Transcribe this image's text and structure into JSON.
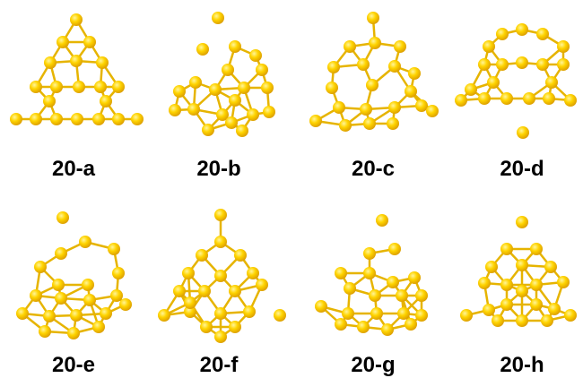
{
  "atom_color": "#f6c800",
  "bond_color": "#e6b400",
  "clusters": [
    {
      "label": "20-a"
    },
    {
      "label": "20-b"
    },
    {
      "label": "20-c"
    },
    {
      "label": "20-d"
    },
    {
      "label": "20-e"
    },
    {
      "label": "20-f"
    },
    {
      "label": "20-g"
    },
    {
      "label": "20-h"
    }
  ]
}
